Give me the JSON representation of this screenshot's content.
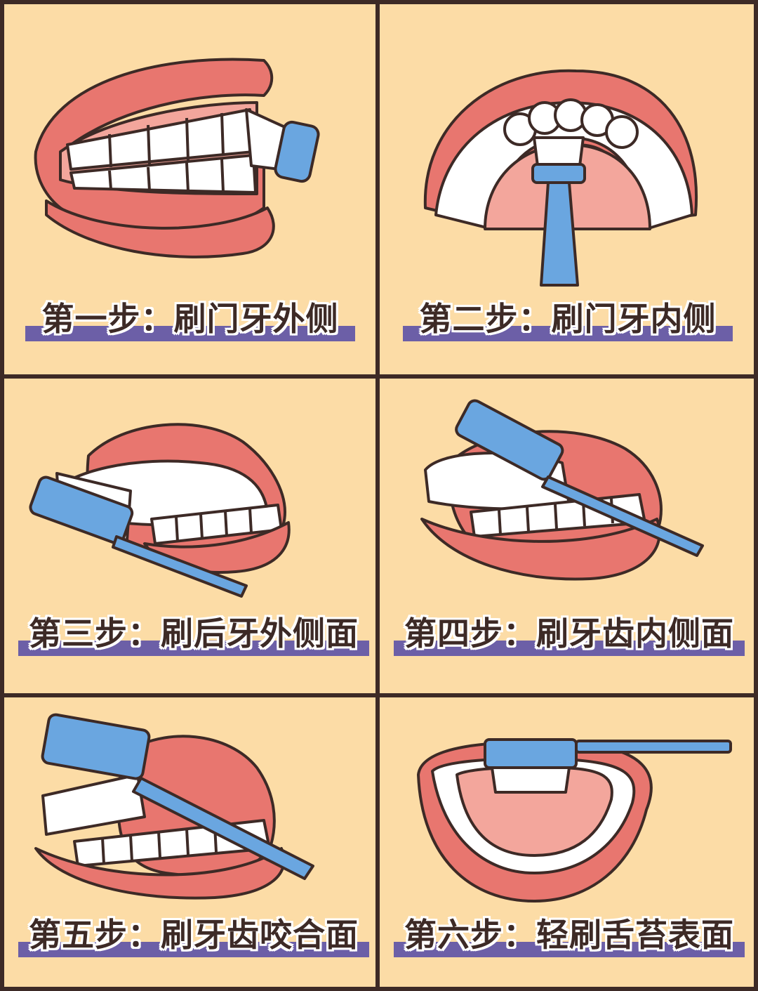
{
  "panels": [
    {
      "caption": "第一步：刷门牙外侧"
    },
    {
      "caption": "第二步：刷门牙内侧"
    },
    {
      "caption": "第三步：刷后牙外侧面"
    },
    {
      "caption": "第四步：刷牙齿内侧面"
    },
    {
      "caption": "第五步：刷牙齿咬合面"
    },
    {
      "caption": "第六步：轻刷舌苔表面"
    }
  ],
  "colors": {
    "background": "#fcdca6",
    "border": "#3d2a26",
    "lip": "#e8766f",
    "gum": "#f3a69c",
    "tooth": "#ffffff",
    "brush": "#6aa6e0",
    "caption_bar": "#6c5fa7"
  }
}
